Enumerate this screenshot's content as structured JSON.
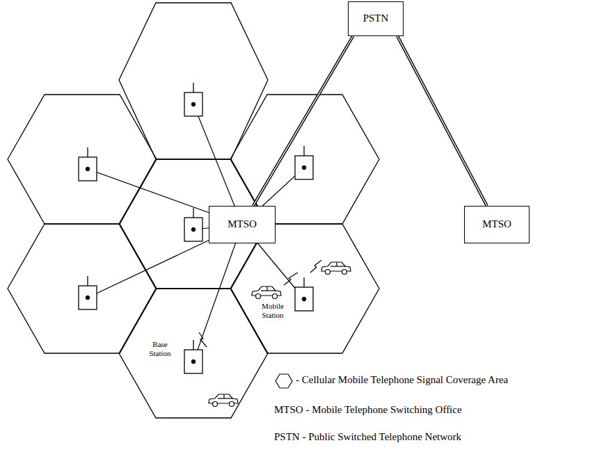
{
  "diagram": {
    "nodes": [
      {
        "text": [
          "PSTN"
        ]
      },
      {
        "text": [
          "MTSO"
        ]
      },
      {
        "text": [
          "MTSO"
        ]
      }
    ],
    "edges": [
      {
        "from": 0,
        "to": 1,
        "arrow": "none"
      },
      {
        "from": 0,
        "to": 2,
        "arrow": "none"
      }
    ],
    "labels": [
      "Mobile Station",
      "Base Station"
    ],
    "legend": [
      {
        "text": "- Cellular Mobile Telephone Signal Coverage Area"
      },
      {
        "text": "MTSO - Mobile Telephone Switching Office"
      },
      {
        "text": "PSTN - Public Switched Telephone Network"
      }
    ]
  }
}
